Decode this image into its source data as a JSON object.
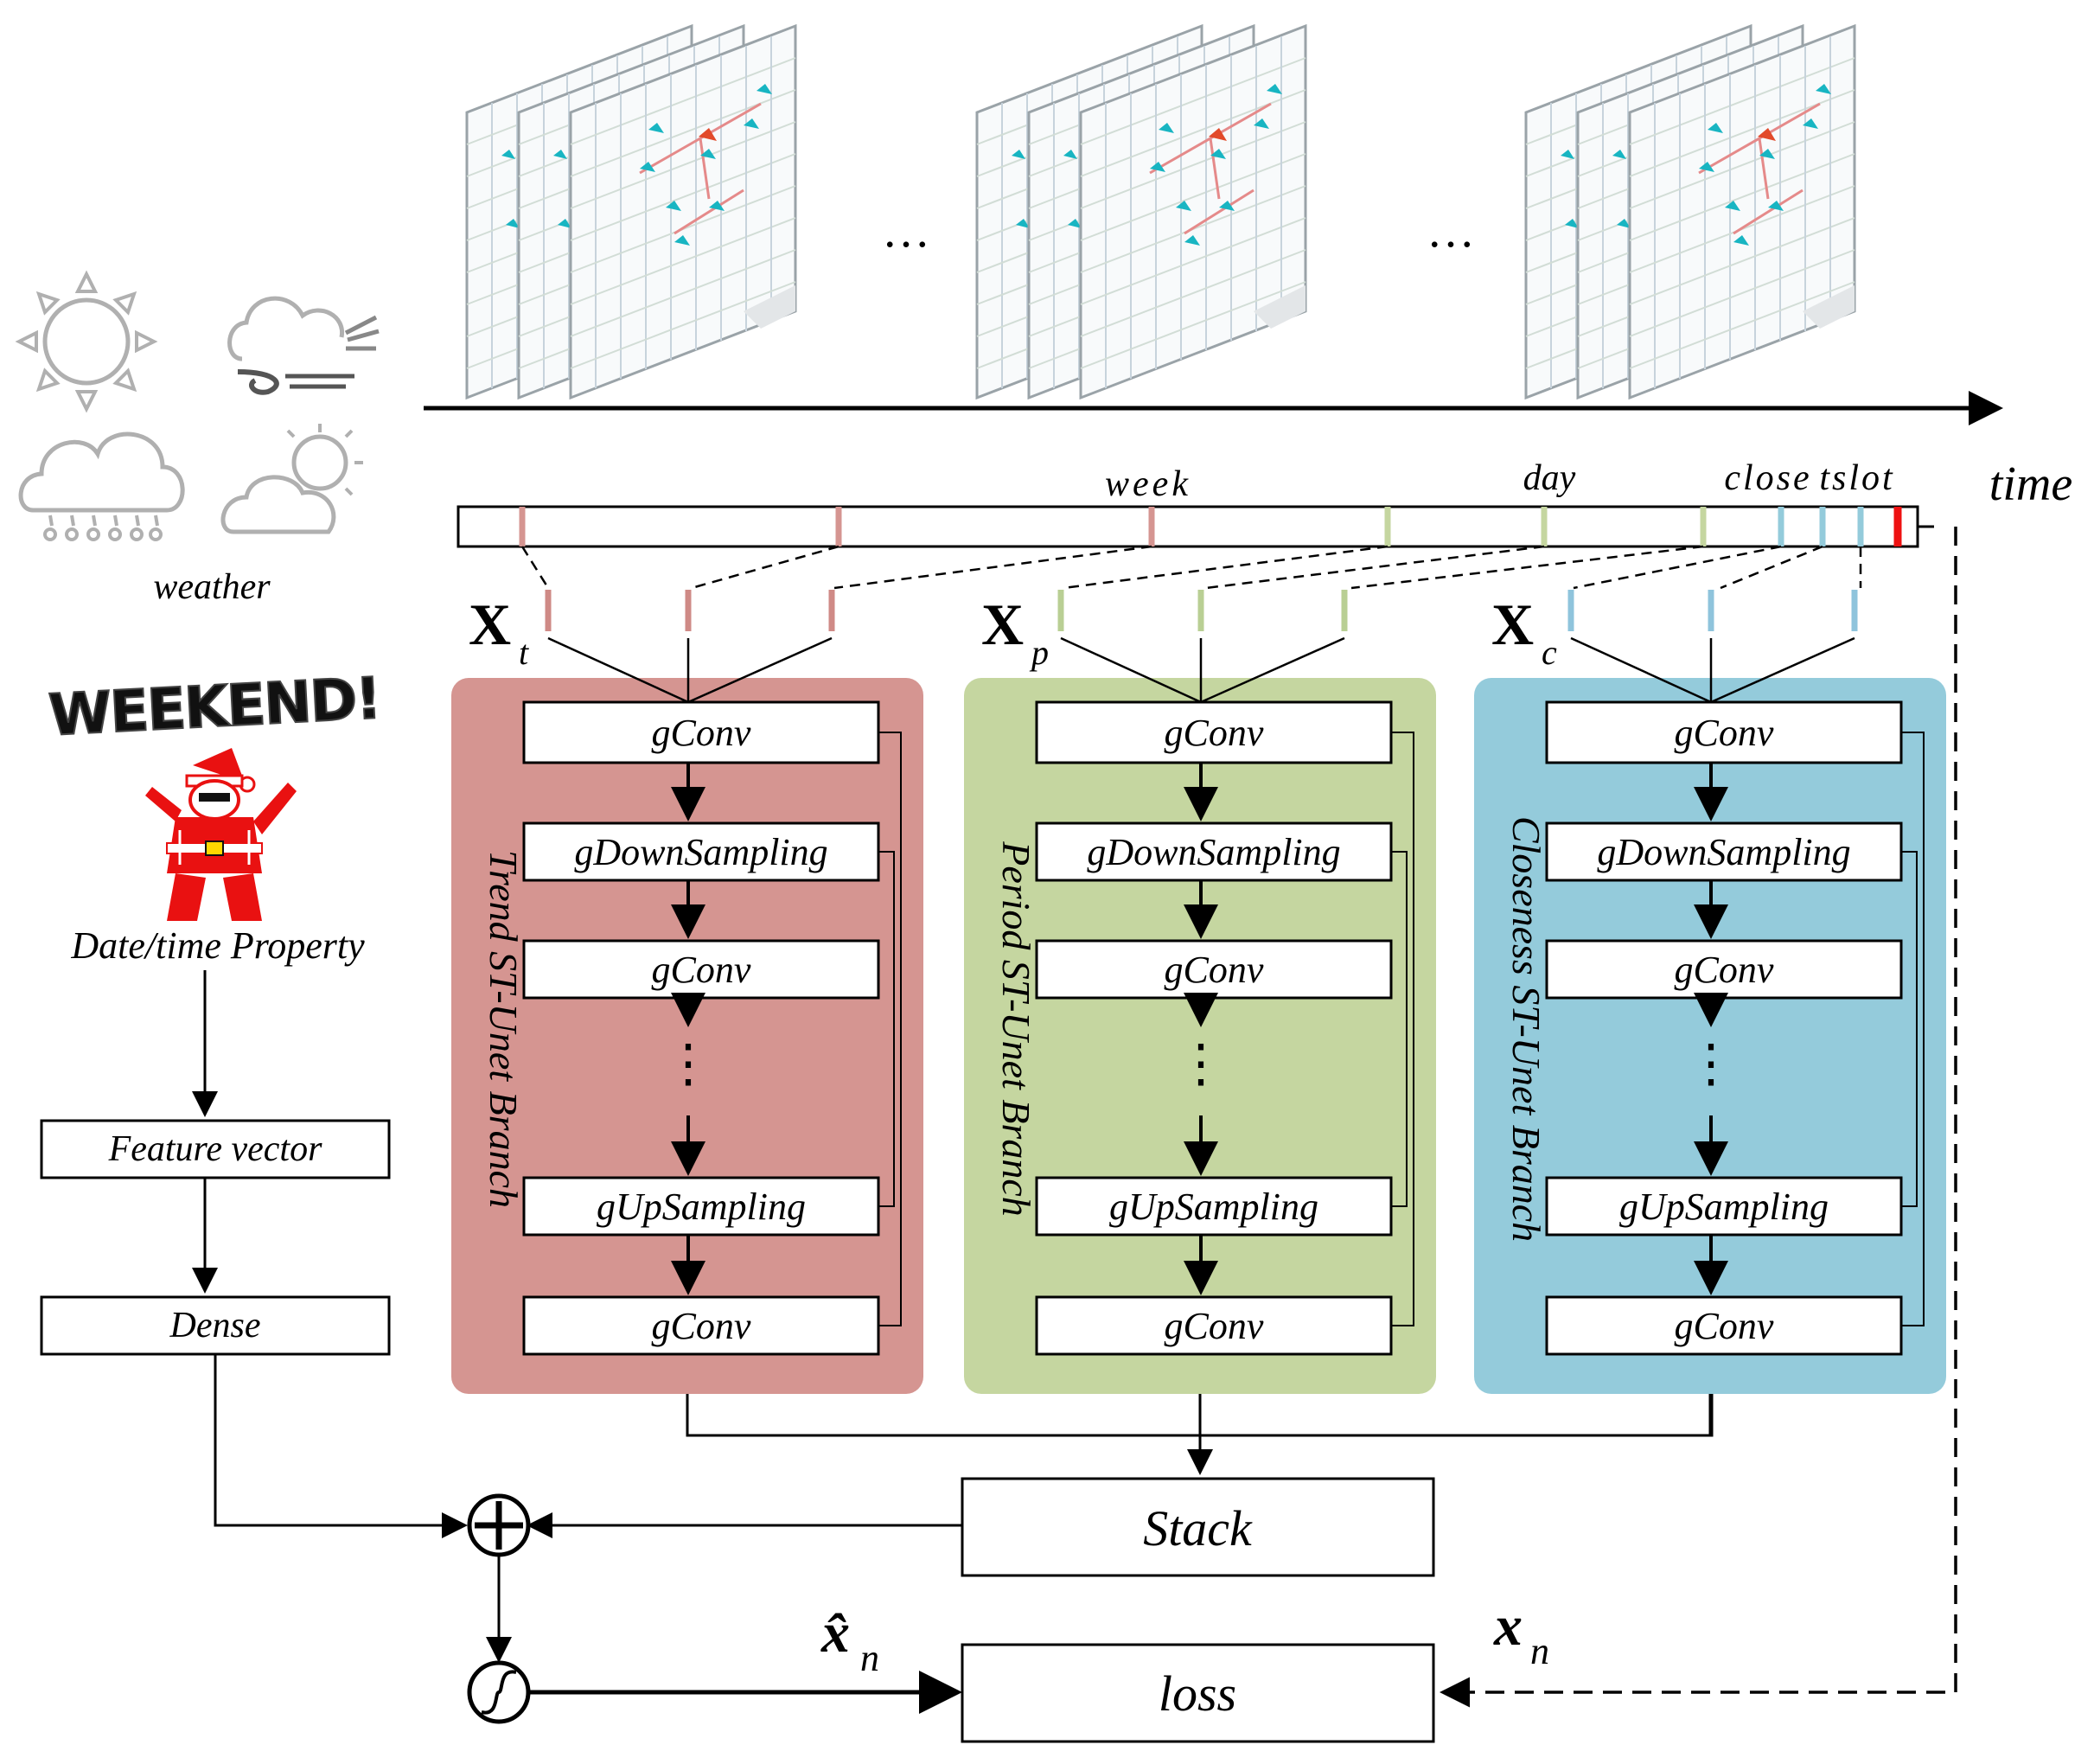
{
  "timeline": {
    "axis_label": "time",
    "week_label": "week",
    "day_label": "day",
    "close_label": "close",
    "tslot_label": "tslot",
    "ellipsis_1": "…",
    "ellipsis_2": "…"
  },
  "left": {
    "weather_label": "weather",
    "weekend_text": "WEEKEND!",
    "date_label": "Date/time Property",
    "feature_label": "Feature vector",
    "dense_label": "Dense"
  },
  "branches": [
    {
      "input_main": "X",
      "input_sub": "t",
      "title": "Trend ST-Unet Branch",
      "color": "#d59591",
      "tick_color": "#cf8a86",
      "conv1": "gConv",
      "down": "gDownSampling",
      "conv2": "gConv",
      "dots": "⋮",
      "up": "gUpSampling",
      "conv3": "gConv"
    },
    {
      "input_main": "X",
      "input_sub": "p",
      "title": "Period ST-Unet Branch",
      "color": "#c5d6a0",
      "tick_color": "#b9cf94",
      "conv1": "gConv",
      "down": "gDownSampling",
      "conv2": "gConv",
      "dots": "⋮",
      "up": "gUpSampling",
      "conv3": "gConv"
    },
    {
      "input_main": "X",
      "input_sub": "c",
      "title": "Closeness ST-Unet Branch",
      "color": "#94cbdb",
      "tick_color": "#8fc4dc",
      "conv1": "gConv",
      "down": "gDownSampling",
      "conv2": "gConv",
      "dots": "⋮",
      "up": "gUpSampling",
      "conv3": "gConv"
    }
  ],
  "bottom": {
    "stack_label": "Stack",
    "loss_label": "loss",
    "xhat_main": "x̂",
    "xhat_sub": "n",
    "x_main": "x",
    "x_sub": "n"
  },
  "colors": {
    "current_slot": "#ee1111",
    "trend": "#d59591",
    "period": "#c5d6a0",
    "closeness": "#94cbdb"
  }
}
